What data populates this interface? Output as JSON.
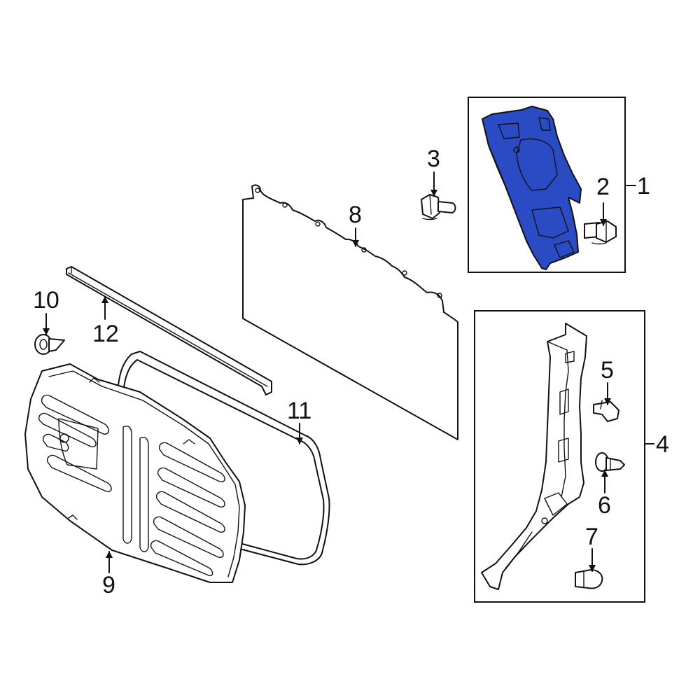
{
  "callouts": {
    "c1": "1",
    "c2": "2",
    "c3": "3",
    "c4": "4",
    "c5": "5",
    "c6": "6",
    "c7": "7",
    "c8": "8",
    "c9": "9",
    "c10": "10",
    "c11": "11",
    "c12": "12"
  },
  "colors": {
    "highlight": "#2a4bc4",
    "line": "#111111",
    "background": "#ffffff"
  }
}
